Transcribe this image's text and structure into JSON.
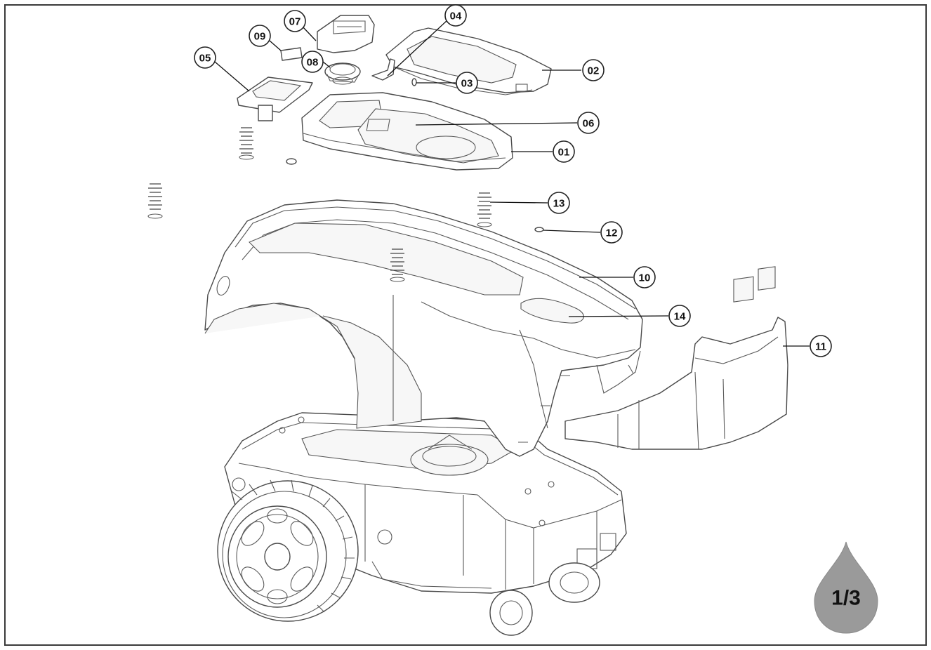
{
  "parts": [
    {
      "id": "01",
      "label": "01"
    },
    {
      "id": "02",
      "label": "02"
    },
    {
      "id": "03",
      "label": "03"
    },
    {
      "id": "04",
      "label": "04"
    },
    {
      "id": "05",
      "label": "05"
    },
    {
      "id": "06",
      "label": "06"
    },
    {
      "id": "07",
      "label": "07"
    },
    {
      "id": "08",
      "label": "08"
    },
    {
      "id": "09",
      "label": "09"
    },
    {
      "id": "10",
      "label": "10"
    },
    {
      "id": "11",
      "label": "11"
    },
    {
      "id": "12",
      "label": "12"
    },
    {
      "id": "13",
      "label": "13"
    },
    {
      "id": "14",
      "label": "14"
    }
  ],
  "page_indicator": {
    "text": "1/3",
    "color": "#9a9a9a"
  }
}
